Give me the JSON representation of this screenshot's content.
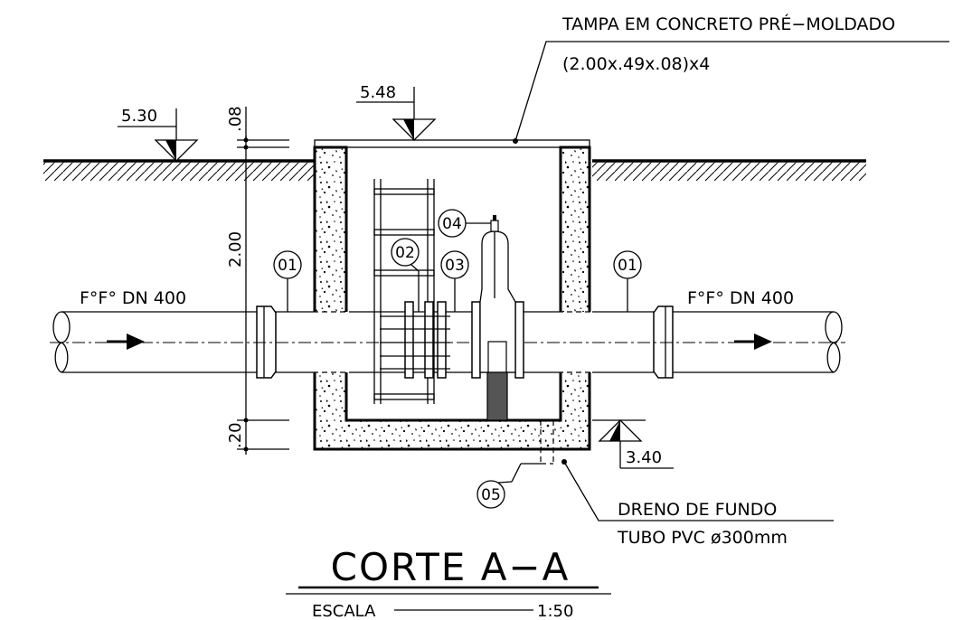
{
  "labels": {
    "cover_line1": "TAMPA EM CONCRETO PRÉ−MOLDADO",
    "cover_line2": "(2.00x.49x.08)x4",
    "pipe_left": "F°F° DN 400",
    "pipe_right": "F°F° DN 400",
    "drain_line1": "DRENO DE FUNDO",
    "drain_line2": "TUBO PVC ø300mm"
  },
  "levels": {
    "ground": "5.30",
    "cover_top": "5.48",
    "bottom": "3.40"
  },
  "dimensions": {
    "cover_thickness": ".08",
    "height": "2.00",
    "slab_thickness": ".20"
  },
  "tags": {
    "t01a": "01",
    "t01b": "01",
    "t02": "02",
    "t03": "03",
    "t04": "04",
    "t05": "05"
  },
  "title": {
    "main": "CORTE A−A",
    "scale_label": "ESCALA",
    "scale_value": "1:50"
  }
}
